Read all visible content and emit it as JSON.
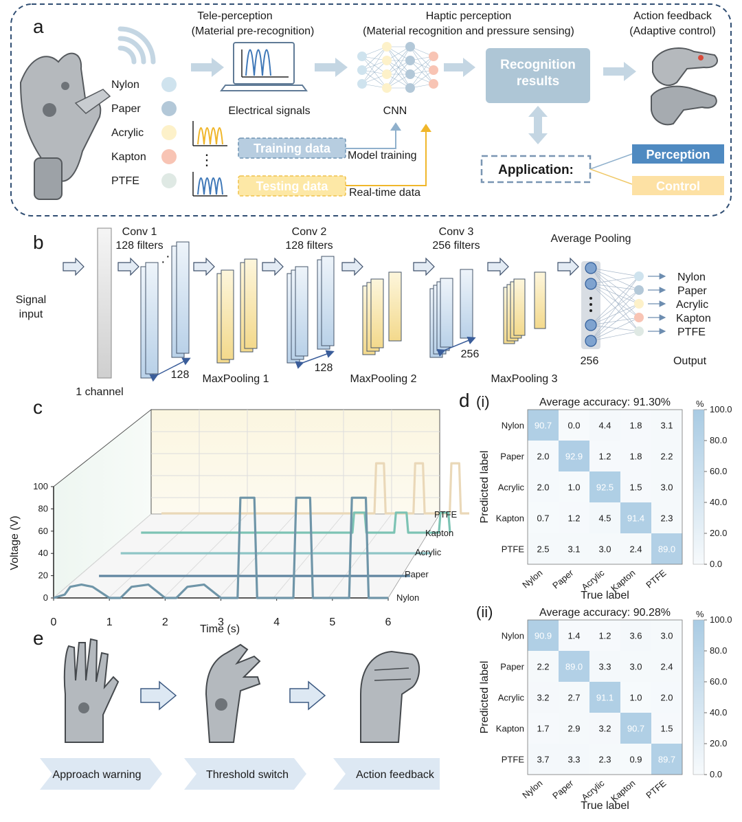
{
  "panel_labels": {
    "a": "a",
    "b": "b",
    "c": "c",
    "d": "d",
    "d_i": "(i)",
    "d_ii": "(ii)",
    "e": "e"
  },
  "panel_a": {
    "tele_title": "Tele-perception",
    "tele_sub": "(Material pre-recognition)",
    "haptic_title": "Haptic perception",
    "haptic_sub": "(Material recognition and pressure sensing)",
    "action_title": "Action feedback",
    "action_sub": "(Adaptive control)",
    "materials": [
      {
        "name": "Nylon",
        "color": "#cfe3ee"
      },
      {
        "name": "Paper",
        "color": "#b3c8d8"
      },
      {
        "name": "Acrylic",
        "color": "#fdf1c9"
      },
      {
        "name": "Kapton",
        "color": "#f8c4b4"
      },
      {
        "name": "PTFE",
        "color": "#dfe9e4"
      }
    ],
    "electrical_signals": "Electrical signals",
    "cnn": "CNN",
    "recognition_line1": "Recognition",
    "recognition_line2": "results",
    "training_data": "Training data",
    "testing_data": "Testing data",
    "model_training": "Model training",
    "realtime_data": "Real-time data",
    "application": "Application:",
    "perception": "Perception",
    "control": "Control",
    "ellipsis": "⋮"
  },
  "panel_b": {
    "signal_input_1": "Signal",
    "signal_input_2": "input",
    "one_channel": "1 channel",
    "conv1": "Conv 1",
    "conv1_f": "128 filters",
    "conv2": "Conv 2",
    "conv2_f": "128 filters",
    "conv3": "Conv 3",
    "conv3_f": "256 filters",
    "avgpool": "Average Pooling",
    "mp1": "MaxPooling 1",
    "mp2": "MaxPooling 2",
    "mp3": "MaxPooling 3",
    "n128a": "128",
    "n128b": "128",
    "n256a": "256",
    "n256b": "256",
    "outputs": [
      "Nylon",
      "Paper",
      "Acrylic",
      "Kapton",
      "PTFE"
    ],
    "output_label": "Output"
  },
  "chart_data": [
    {
      "type": "line",
      "panel": "c",
      "xlabel": "Time (s)",
      "ylabel": "Voltage (V)",
      "xlim": [
        0,
        6
      ],
      "ylim": [
        0,
        100
      ],
      "xticks": [
        "0",
        "1",
        "2",
        "3",
        "4",
        "5",
        "6"
      ],
      "yticks": [
        "0",
        "20",
        "40",
        "60",
        "80",
        "100"
      ],
      "series": [
        {
          "name": "Nylon",
          "color": "#6f95a8",
          "x": [
            0,
            0.2,
            0.3,
            0.5,
            0.7,
            1.0,
            1.2,
            1.4,
            1.7,
            2.0,
            2.2,
            2.4,
            2.7,
            3.0,
            3.3,
            3.35,
            3.6,
            3.65,
            3.9,
            4.3,
            4.35,
            4.6,
            4.65,
            4.9,
            5.3,
            5.35,
            5.6,
            5.65,
            6
          ],
          "y": [
            0,
            3,
            10,
            12,
            10,
            0,
            0,
            10,
            12,
            0,
            0,
            10,
            12,
            0,
            0,
            90,
            90,
            0,
            0,
            0,
            90,
            90,
            0,
            0,
            0,
            90,
            90,
            0,
            0
          ]
        },
        {
          "name": "Paper",
          "color": "#5f85a0",
          "x": [
            0,
            6
          ],
          "y": [
            0,
            0
          ]
        },
        {
          "name": "Acrylic",
          "color": "#8ec5c6",
          "x": [
            0,
            6
          ],
          "y": [
            0,
            0
          ]
        },
        {
          "name": "Kapton",
          "color": "#7cc3b4",
          "x": [
            0,
            6
          ],
          "y": [
            0,
            0
          ]
        },
        {
          "name": "PTFE",
          "color": "#ead8b8",
          "x": [
            0,
            6
          ],
          "y": [
            0,
            0
          ]
        }
      ]
    },
    {
      "type": "heatmap",
      "panel": "d(i)",
      "title": "Average accuracy: 91.30%",
      "xlabel": "True label",
      "ylabel": "Predicted label",
      "categories": [
        "Nylon",
        "Paper",
        "Acrylic",
        "Kapton",
        "PTFE"
      ],
      "values": [
        [
          90.7,
          0.0,
          4.4,
          1.8,
          3.1
        ],
        [
          2.0,
          92.9,
          1.2,
          1.8,
          2.2
        ],
        [
          2.0,
          1.0,
          92.5,
          1.5,
          3.0
        ],
        [
          0.7,
          1.2,
          4.5,
          91.4,
          2.3
        ],
        [
          2.5,
          3.1,
          3.0,
          2.4,
          89.0
        ]
      ],
      "colorbar_label": "%",
      "colorbar_ticks": [
        "0.0",
        "20.0",
        "40.0",
        "60.0",
        "80.0",
        "100.0"
      ]
    },
    {
      "type": "heatmap",
      "panel": "d(ii)",
      "title": "Average accuracy: 90.28%",
      "xlabel": "True label",
      "ylabel": "Predicted label",
      "categories": [
        "Nylon",
        "Paper",
        "Acrylic",
        "Kapton",
        "PTFE"
      ],
      "values": [
        [
          90.9,
          1.4,
          1.2,
          3.6,
          3.0
        ],
        [
          2.2,
          89.0,
          3.3,
          3.0,
          2.4
        ],
        [
          3.2,
          2.7,
          91.1,
          1.0,
          2.0
        ],
        [
          1.7,
          2.9,
          3.2,
          90.7,
          1.5
        ],
        [
          3.7,
          3.3,
          2.3,
          0.9,
          89.7
        ]
      ],
      "colorbar_label": "%",
      "colorbar_ticks": [
        "0.0",
        "20.0",
        "40.0",
        "60.0",
        "80.0",
        "100.0"
      ]
    }
  ],
  "panel_e": {
    "steps": [
      "Approach warning",
      "Threshold switch",
      "Action feedback"
    ]
  }
}
